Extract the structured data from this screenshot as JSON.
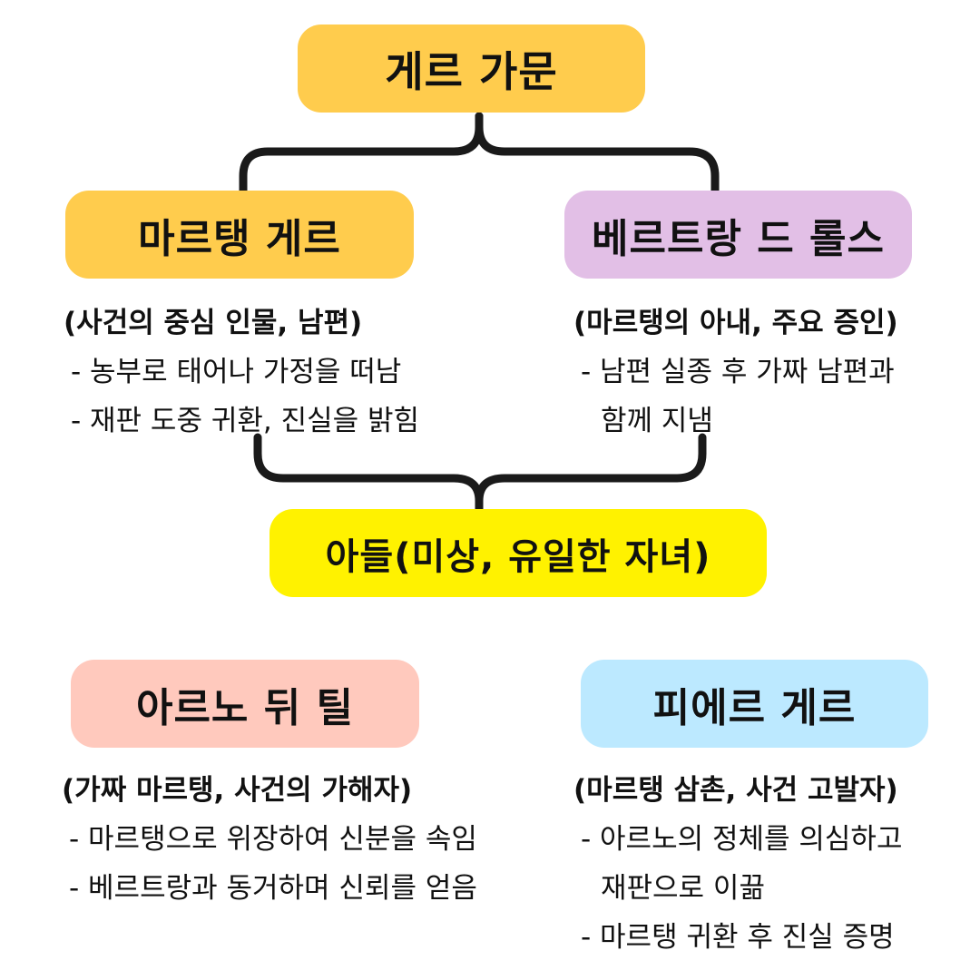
{
  "family": {
    "title": "게르 가문"
  },
  "martin": {
    "name": "마르탱 게르",
    "subtitle": "(사건의 중심 인물, 남편)",
    "lines": [
      "- 농부로 태어나 가정을 떠남",
      "- 재판 도중 귀환, 진실을 밝힘"
    ]
  },
  "bertrande": {
    "name": "베르트랑 드 롤스",
    "subtitle": "(마르탱의 아내, 주요 증인)",
    "lines": [
      "- 남편 실종 후 가짜 남편과",
      "함께 지냄"
    ]
  },
  "son": {
    "name": "아들(미상, 유일한 자녀)"
  },
  "arnaud": {
    "name": "아르노 뒤 틸",
    "subtitle": "(가짜 마르탱, 사건의 가해자)",
    "lines": [
      "- 마르탱으로 위장하여 신분을 속임",
      "- 베르트랑과 동거하며 신뢰를 얻음"
    ]
  },
  "pierre": {
    "name": "피에르 게르",
    "subtitle": "(마르탱 삼촌, 사건 고발자)",
    "lines": [
      "- 아르노의 정체를 의심하고",
      "재판으로 이끎",
      "- 마르탱 귀환 후 진실 증명"
    ]
  },
  "colors": {
    "family": "#ffcc4d",
    "martin": "#ffcc4d",
    "bertrande": "#e2bfe6",
    "son": "#fff200",
    "arnaud": "#ffc9bd",
    "pierre": "#bce9ff",
    "connector": "#1a1a1a"
  }
}
